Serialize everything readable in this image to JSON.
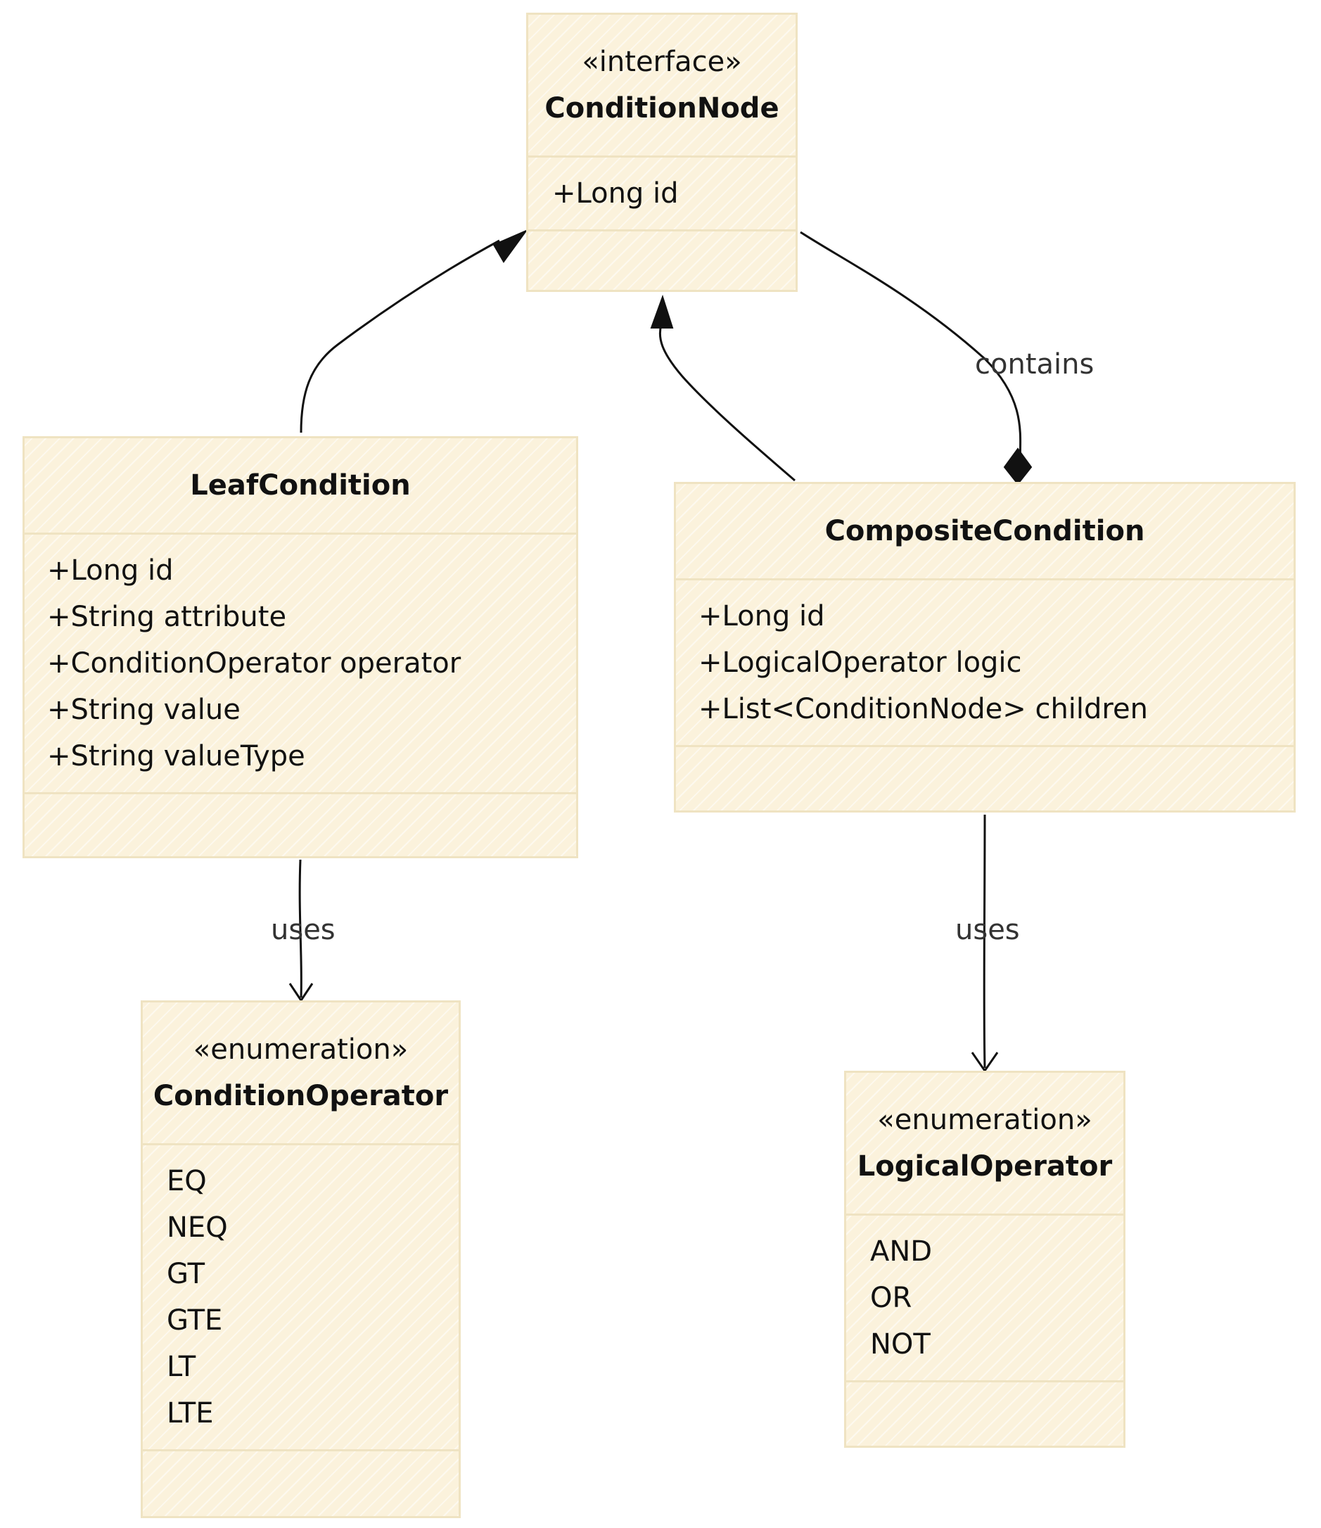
{
  "classes": {
    "condition_node": {
      "stereotype": "«interface»",
      "name": "ConditionNode",
      "attributes": [
        "+Long id"
      ]
    },
    "leaf_condition": {
      "name": "LeafCondition",
      "attributes": [
        "+Long id",
        "+String attribute",
        "+ConditionOperator operator",
        "+String value",
        "+String valueType"
      ]
    },
    "composite_condition": {
      "name": "CompositeCondition",
      "attributes": [
        "+Long id",
        "+LogicalOperator logic",
        "+List<ConditionNode> children"
      ]
    },
    "condition_operator": {
      "stereotype": "«enumeration»",
      "name": "ConditionOperator",
      "attributes": [
        "EQ",
        "NEQ",
        "GT",
        "GTE",
        "LT",
        "LTE"
      ]
    },
    "logical_operator": {
      "stereotype": "«enumeration»",
      "name": "LogicalOperator",
      "attributes": [
        "AND",
        "OR",
        "NOT"
      ]
    }
  },
  "edges": {
    "contains_label": "contains",
    "uses_leaf_label": "uses",
    "uses_composite_label": "uses"
  }
}
